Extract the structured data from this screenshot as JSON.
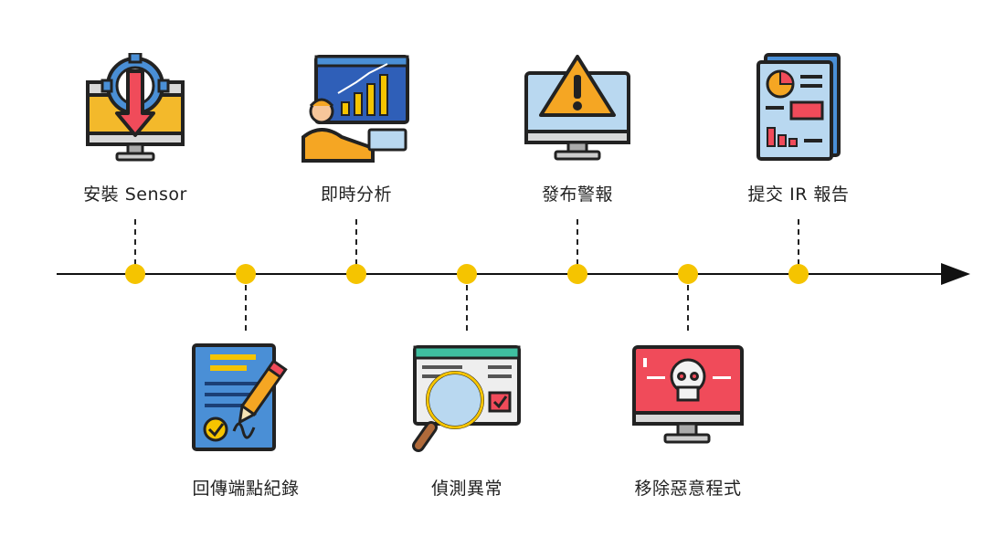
{
  "steps": [
    {
      "label": "安裝 Sensor",
      "icon": "monitor-download-gear-icon"
    },
    {
      "label": "回傳端點紀錄",
      "icon": "signed-document-icon"
    },
    {
      "label": "即時分析",
      "icon": "analyst-chart-icon"
    },
    {
      "label": "偵測異常",
      "icon": "magnifier-browser-icon"
    },
    {
      "label": "發布警報",
      "icon": "monitor-warning-icon"
    },
    {
      "label": "移除惡意程式",
      "icon": "monitor-skull-icon"
    },
    {
      "label": "提交 IR 報告",
      "icon": "report-document-icon"
    }
  ],
  "colors": {
    "dot": "#f5c400",
    "line": "#111111",
    "accent_red": "#f04b5a",
    "accent_blue": "#4a8fd6",
    "accent_orange": "#f5a623"
  }
}
